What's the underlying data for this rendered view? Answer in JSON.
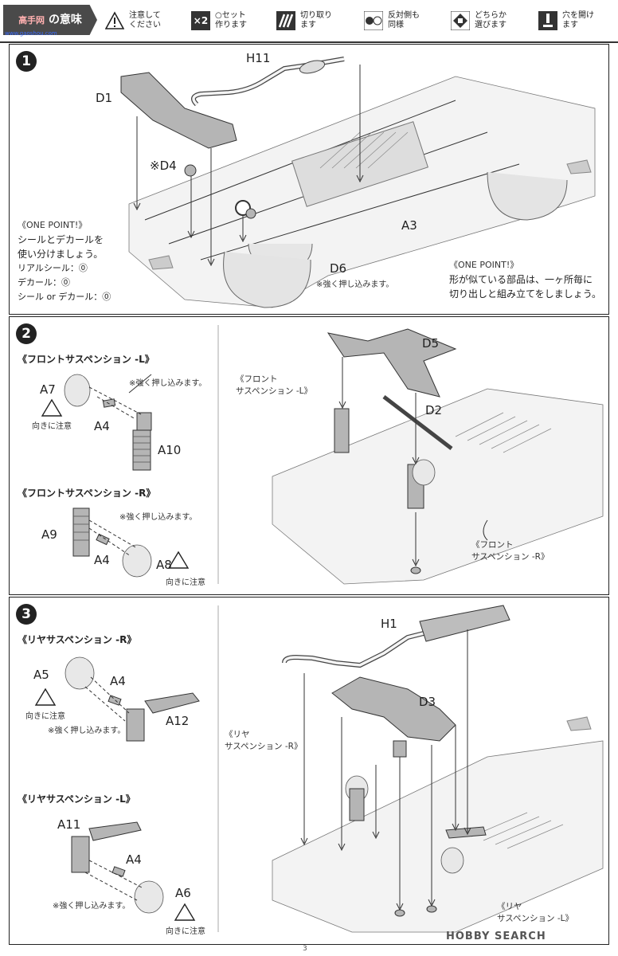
{
  "header": {
    "logo_text": "高手网",
    "logo_url": "www.gaoshou.com",
    "title": "の意味",
    "legend": [
      {
        "icon": "warning-icon",
        "text": "注意して\nください"
      },
      {
        "icon": "x2-icon",
        "badge": "×2",
        "text": "○セット\n作ります"
      },
      {
        "icon": "cut-icon",
        "text": "切り取り\nます"
      },
      {
        "icon": "opposite-side-icon",
        "text": "反対側も\n同様"
      },
      {
        "icon": "either-icon",
        "text": "どちらか\n選びます"
      },
      {
        "icon": "drill-hole-icon",
        "text": "穴を開け\nます"
      }
    ]
  },
  "step1": {
    "number": "1",
    "labels": {
      "h11": "H11",
      "d1": "D1",
      "d4": "※D4",
      "a3": "A3",
      "d6": "D6"
    },
    "d6_note": "※強く押し込みます。",
    "one_point_left": {
      "heading": "《ONE POINT!》",
      "lines": [
        "シールとデカールを",
        "使い分けましょう。",
        "リアルシール：⓪",
        "デカール：⓪",
        "シール or デカール：⓪"
      ]
    },
    "one_point_right": {
      "heading": "《ONE POINT!》",
      "lines": [
        "形が似ている部品は、一ヶ所毎に",
        "切り出しと組み立てをしましょう。"
      ]
    }
  },
  "step2": {
    "number": "2",
    "front_l_title": "《フロントサスペンション -L》",
    "front_r_title": "《フロントサスペンション -R》",
    "press_note_1": "※強く押し込みます。",
    "press_note_2": "※強く押し込みます。",
    "caution_1": "向きに注意",
    "caution_2": "向きに注意",
    "labels": {
      "a7": "A7",
      "a4a": "A4",
      "a10": "A10",
      "a9": "A9",
      "a4b": "A4",
      "a8": "A8",
      "d5": "D5",
      "d2": "D2"
    },
    "callout_l": [
      "《フロント",
      "サスペンション -L》"
    ],
    "callout_r": [
      "《フロント",
      "サスペンション -R》"
    ]
  },
  "step3": {
    "number": "3",
    "rear_r_title": "《リヤサスペンション -R》",
    "rear_l_title": "《リヤサスペンション -L》",
    "press_note_1": "※強く押し込みます。",
    "press_note_2": "※強く押し込みます。",
    "caution_1": "向きに注意",
    "caution_2": "向きに注意",
    "labels": {
      "a5": "A5",
      "a4a": "A4",
      "a12": "A12",
      "a11": "A11",
      "a4b": "A4",
      "a6": "A6",
      "h1": "H1",
      "d3": "D3"
    },
    "callout_r": [
      "《リヤ",
      "サスペンション -R》"
    ],
    "callout_l": [
      "《リヤ",
      "サスペンション -L》"
    ]
  },
  "footer": {
    "watermark": "HOBBY SEARCH",
    "page": "3"
  }
}
